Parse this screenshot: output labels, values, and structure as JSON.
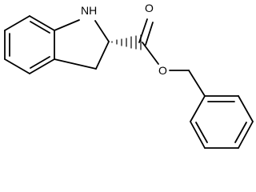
{
  "molecule": {
    "atoms": {
      "nitrogen": "NH",
      "carbonyl_oxygen": "O",
      "ester_oxygen": "O"
    }
  },
  "colors": {
    "bond": "#000000",
    "text": "#000000",
    "background": "#ffffff"
  }
}
